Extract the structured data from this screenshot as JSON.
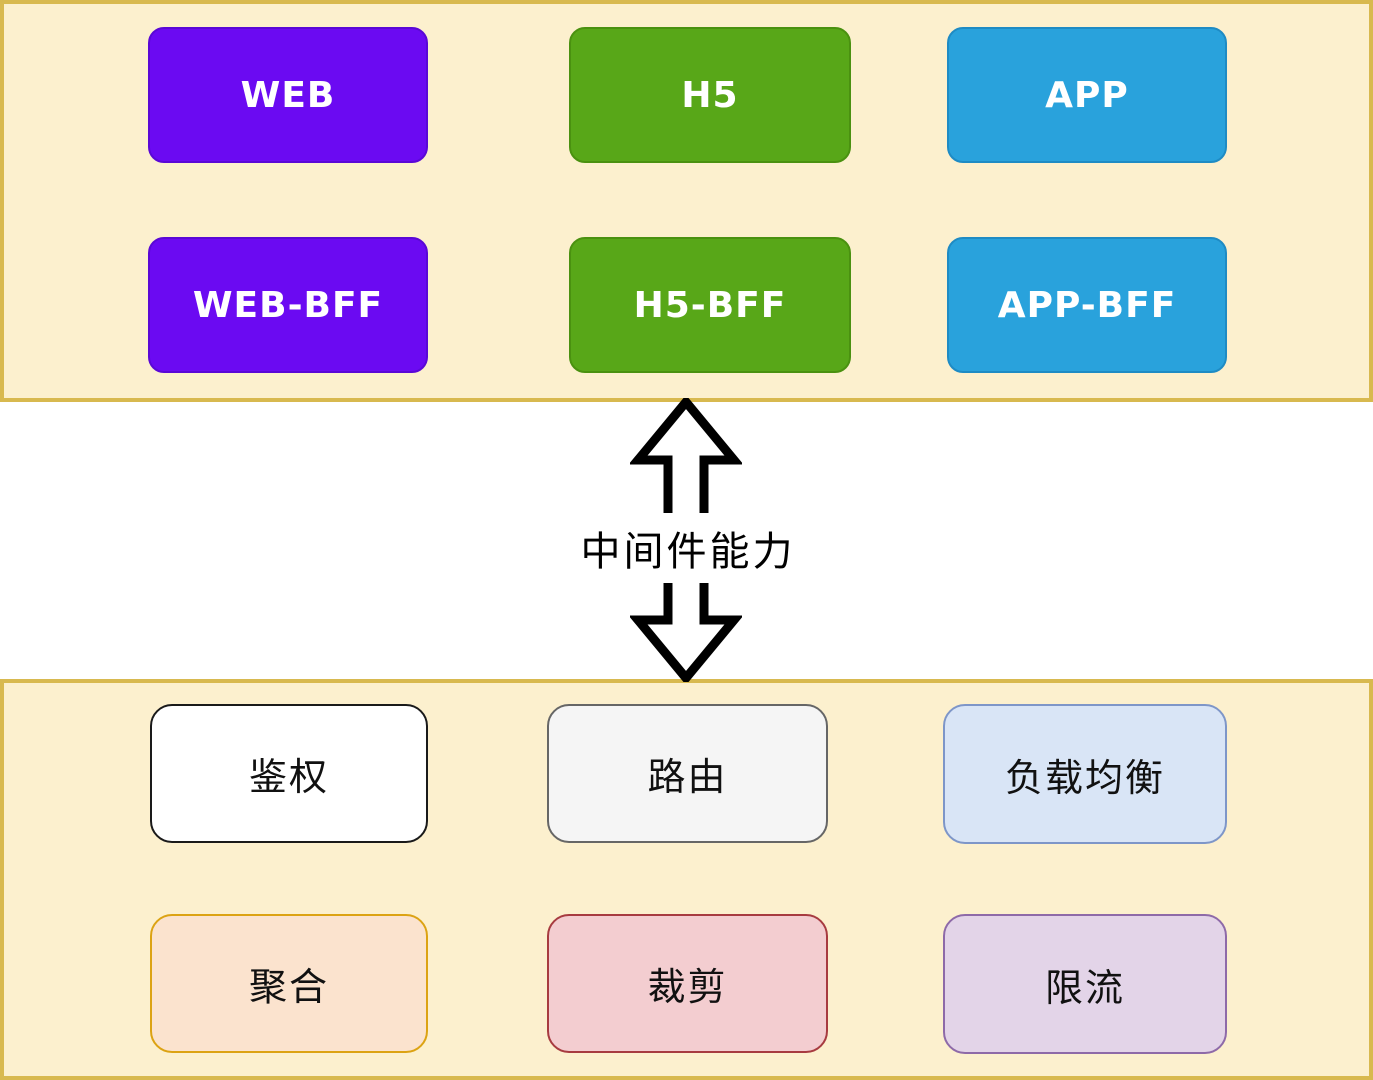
{
  "panel_style": {
    "background": "#FCF0CE",
    "border": "#D8B94F"
  },
  "top_panel": {
    "boxes": [
      {
        "id": "web",
        "label": "WEB",
        "fill": "#6B0AF2",
        "border": "#5A08D6",
        "text_color": "#FFFFFF"
      },
      {
        "id": "h5",
        "label": "H5",
        "fill": "#58A718",
        "border": "#4A9110",
        "text_color": "#FFFFFF"
      },
      {
        "id": "app",
        "label": "APP",
        "fill": "#29A2DC",
        "border": "#1E8BC4",
        "text_color": "#FFFFFF"
      },
      {
        "id": "web-bff",
        "label": "WEB-BFF",
        "fill": "#6B0AF2",
        "border": "#5A08D6",
        "text_color": "#FFFFFF"
      },
      {
        "id": "h5-bff",
        "label": "H5-BFF",
        "fill": "#58A718",
        "border": "#4A9110",
        "text_color": "#FFFFFF"
      },
      {
        "id": "app-bff",
        "label": "APP-BFF",
        "fill": "#29A2DC",
        "border": "#1E8BC4",
        "text_color": "#FFFFFF"
      }
    ]
  },
  "connector": {
    "label": "中间件能力",
    "icon": "double-arrow-vertical",
    "arrow_color": "#000000"
  },
  "bottom_panel": {
    "boxes": [
      {
        "id": "auth",
        "label": "鉴权",
        "fill": "#FFFFFF",
        "border": "#1A1A1A",
        "text_color": "#111111"
      },
      {
        "id": "routing",
        "label": "路由",
        "fill": "#F5F5F5",
        "border": "#666666",
        "text_color": "#111111"
      },
      {
        "id": "load-balance",
        "label": "负载均衡",
        "fill": "#D9E5F6",
        "border": "#7E96C8",
        "text_color": "#111111"
      },
      {
        "id": "aggregation",
        "label": "聚合",
        "fill": "#FBE3CE",
        "border": "#DCA313",
        "text_color": "#111111"
      },
      {
        "id": "trimming",
        "label": "裁剪",
        "fill": "#F3CDD0",
        "border": "#A73B40",
        "text_color": "#111111"
      },
      {
        "id": "rate-limit",
        "label": "限流",
        "fill": "#E3D4E8",
        "border": "#8E6AA8",
        "text_color": "#111111"
      }
    ]
  }
}
